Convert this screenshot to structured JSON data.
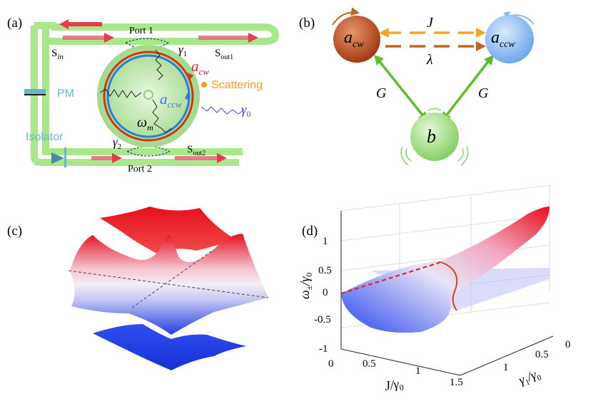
{
  "panels": {
    "a": {
      "label": "(a)",
      "port1": "Port 1",
      "port2": "Port 2",
      "s_in": "S",
      "s_in_sub": "in",
      "s_out1": "S",
      "s_out1_sub": "out1",
      "s_out2": "S",
      "s_out2_sub": "out2",
      "gamma1": "γ",
      "gamma1_sub": "1",
      "gamma2": "γ",
      "gamma2_sub": "2",
      "gamma0": "γ",
      "gamma0_sub": "0",
      "a_cw": "a",
      "a_cw_sub": "cw",
      "a_ccw": "a",
      "a_ccw_sub": "ccw",
      "omega_m": "ω",
      "omega_m_sub": "m",
      "pm": "PM",
      "isolator": "Isolator",
      "scattering": "Scattering"
    },
    "b": {
      "label": "(b)",
      "node_cw": "a",
      "node_cw_sub": "cw",
      "node_ccw": "a",
      "node_ccw_sub": "ccw",
      "node_b": "b",
      "J": "J",
      "lambda": "λ",
      "G_left": "G",
      "G_right": "G"
    },
    "c": {
      "label": "(c)"
    },
    "d": {
      "label": "(d)",
      "z_ticks": [
        "1",
        "0.5",
        "0",
        "-0.5",
        "-1"
      ],
      "x_ticks": [
        "0",
        "0.5",
        "1",
        "1.5"
      ],
      "y_ticks": [
        "0",
        "0.5",
        "1"
      ],
      "x_label": "J/γ",
      "x_label_sub": "0",
      "y_label": "γ",
      "y_label_sub1": "1",
      "y_label_mid": "/γ",
      "y_label_sub2": "0",
      "z_label": "ω",
      "z_label_sub": "±",
      "z_label_tail": "/γ",
      "z_label_sub2": "0"
    }
  },
  "colors": {
    "waveguide": "#a8e88a",
    "ring_fill": "#b9e6a6",
    "cw_ring": "#cc3a14",
    "ccw_ring": "#2f7be0",
    "pulse": "#e83a4a",
    "node_cw": "#b9451d",
    "node_ccw": "#8cc0f2",
    "node_b": "#a5e08a",
    "arrow_J": "#f5a623",
    "arrow_lambda": "#c8621e",
    "arrow_G": "#5cbf2a",
    "surface_top": "#e8101c",
    "surface_bottom": "#1e3fe0",
    "pm": "#6ab7c9",
    "scattering": "#f0a020"
  }
}
